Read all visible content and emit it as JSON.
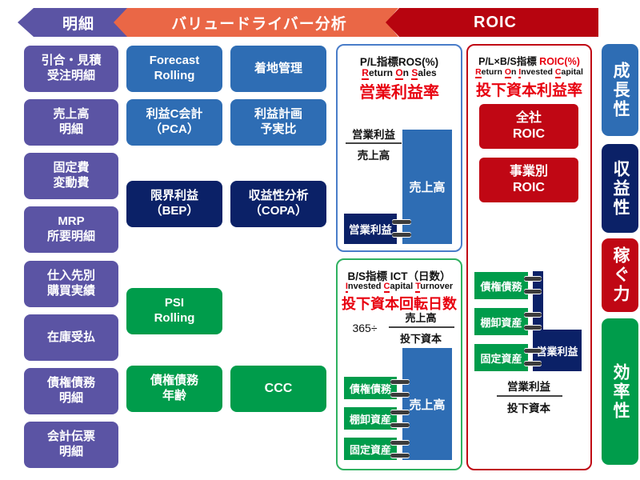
{
  "colors": {
    "purple": "#5b54a4",
    "orange": "#ea6746",
    "banner_red": "#b7040f",
    "blue": "#2e6db4",
    "navy": "#0b2167",
    "green": "#009c4b",
    "box_red": "#c00714",
    "accent_red_text": "#e8000f",
    "ros_border": "#4a7dc9",
    "ict_border": "#2fb160",
    "roic_border": "#c00714"
  },
  "header": {
    "banners": [
      {
        "label": "明細"
      },
      {
        "label": "バリュードライバー分析"
      },
      {
        "label": "ROIC"
      }
    ]
  },
  "detail_column": {
    "items": [
      {
        "label": "引合・見積\n受注明細"
      },
      {
        "label": "売上高\n明細"
      },
      {
        "label": "固定費\n変動費"
      },
      {
        "label": "MRP\n所要明細"
      },
      {
        "label": "仕入先別\n購買実績"
      },
      {
        "label": "在庫受払"
      },
      {
        "label": "債権債務\n明細"
      },
      {
        "label": "会計伝票\n明細"
      }
    ]
  },
  "driver_col1": [
    {
      "label": "Forecast\nRolling"
    },
    {
      "label": "利益C会計\n（PCA）"
    },
    {
      "label": "限界利益\n（BEP）"
    },
    {
      "label": "PSI\nRolling"
    },
    {
      "label": "債権債務\n年齢"
    }
  ],
  "driver_col2": [
    {
      "label": "着地管理"
    },
    {
      "label": "利益計画\n予実比"
    },
    {
      "label": "収益性分析\n（COPA）"
    },
    {
      "label": "CCC"
    }
  ],
  "ros_panel": {
    "title": "P/L指標ROS(%)",
    "subtitle": [
      {
        "text": "R"
      },
      {
        "text": "eturn "
      },
      {
        "text": "O"
      },
      {
        "text": "n "
      },
      {
        "text": "S"
      },
      {
        "text": "ales"
      }
    ],
    "headline": "営業利益率",
    "fraction": {
      "numerator": "営業利益",
      "denominator": "売上高"
    },
    "chart": {
      "bar_label": "売上高",
      "box_label": "営業利益"
    }
  },
  "ict_panel": {
    "title": "B/S指標 ICT（日数）",
    "subtitle": [
      {
        "text": "I"
      },
      {
        "text": "nvested "
      },
      {
        "text": "C"
      },
      {
        "text": "apital "
      },
      {
        "text": "T"
      },
      {
        "text": "urnover"
      }
    ],
    "headline": "投下資本回転日数",
    "formula_prefix": "365÷",
    "fraction": {
      "numerator": "売上高",
      "denominator": "投下資本"
    },
    "chart": {
      "bar_label": "売上高",
      "items": [
        {
          "label": "債権債務"
        },
        {
          "label": "棚卸資産"
        },
        {
          "label": "固定資産"
        }
      ]
    }
  },
  "roic_panel": {
    "title_black": "P/L×B/S指標 ",
    "title_red": "ROIC(%)",
    "subtitle": [
      {
        "text": "R"
      },
      {
        "text": "eturn "
      },
      {
        "text": "O"
      },
      {
        "text": "n "
      },
      {
        "text": "I"
      },
      {
        "text": "nvested "
      },
      {
        "text": "C"
      },
      {
        "text": "apital"
      }
    ],
    "headline": "投下資本利益率",
    "boxes": [
      {
        "label": "全社\nROIC"
      },
      {
        "label": "事業別\nROIC"
      }
    ],
    "chart": {
      "items": [
        {
          "label": "債権債務"
        },
        {
          "label": "棚卸資産"
        },
        {
          "label": "固定資産"
        }
      ],
      "profit_label": "営業利益"
    },
    "fraction": {
      "numerator": "営業利益",
      "denominator": "投下資本"
    }
  },
  "right_column": {
    "items": [
      {
        "label": "成長性"
      },
      {
        "label": "収益性"
      },
      {
        "label": "稼ぐ力"
      },
      {
        "label": "効率性"
      }
    ]
  }
}
